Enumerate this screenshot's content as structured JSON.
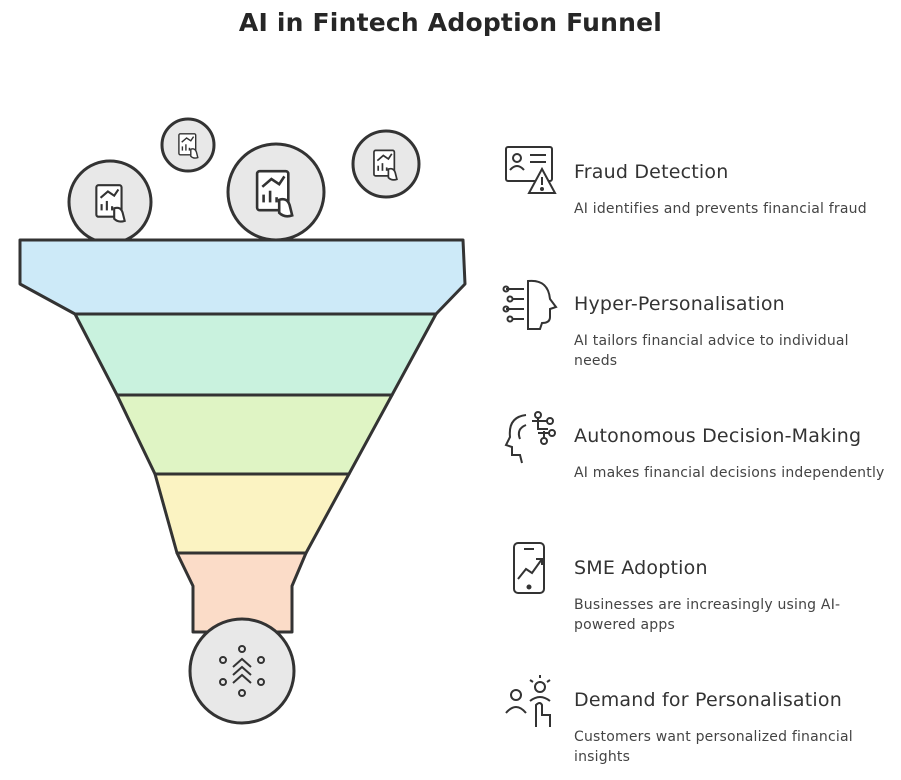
{
  "title": "AI in Fintech Adoption Funnel",
  "colors": {
    "band1": "#cdeaf8",
    "band2": "#c9f2de",
    "band3": "#dff4c4",
    "band4": "#fbf3c2",
    "band5": "#fbdcc8",
    "circle_fill": "#e8e8e8",
    "stroke": "#333333"
  },
  "stages": [
    {
      "label": "Fraud Detection",
      "description": "AI identifies and prevents financial fraud",
      "icon": "fraud-alert-icon"
    },
    {
      "label": "Hyper-Personalisation",
      "description": "AI tailors financial advice to individual needs",
      "icon": "ai-head-icon"
    },
    {
      "label": "Autonomous Decision-Making",
      "description": "AI makes financial decisions independently",
      "icon": "brain-circuit-icon"
    },
    {
      "label": "SME Adoption",
      "description": "Businesses are increasingly using AI-powered apps",
      "icon": "phone-growth-icon"
    },
    {
      "label": "Demand for Personalisation",
      "description": "Customers want personalized financial insights",
      "icon": "people-idea-icon"
    }
  ],
  "top_icons": [
    "chart-report-icon",
    "chart-report-icon",
    "chart-report-icon",
    "chart-report-icon"
  ],
  "bottom_icon": "hub-network-icon"
}
